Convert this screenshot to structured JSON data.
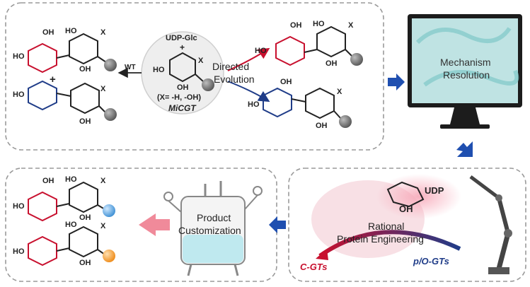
{
  "panels": {
    "top": {
      "center_reagent": "UDP-Glc",
      "plus": "+",
      "substituent": "(X= -H, -OH)",
      "enzyme": "MiCGT",
      "wt_label": "WT",
      "evolution_label": [
        "Directed",
        "Evolution"
      ]
    },
    "mechanism": {
      "label": [
        "Mechanism",
        "Resolution"
      ]
    },
    "engineering": {
      "cofactor": "UDP",
      "hydroxyl": "OH",
      "label": [
        "Rational",
        "Protein Engineering"
      ],
      "left_target": "C-GTs",
      "right_source": "p/O-GTs"
    },
    "product": {
      "label": [
        "Product",
        "Customization"
      ]
    }
  },
  "chem": {
    "oh": "OH",
    "ho": "HO",
    "x": "X"
  },
  "colors": {
    "c_glucose": "#c8102e",
    "o_glucose": "#1f3c88",
    "arrow_blue": "#1f4fb0",
    "arrow_pink": "#f08a9a",
    "ball_gray": "#6e6e6e",
    "ball_blue": "#5aa9e6",
    "ball_orange": "#f4a23c",
    "monitor_screen": "#bfe3e3"
  }
}
